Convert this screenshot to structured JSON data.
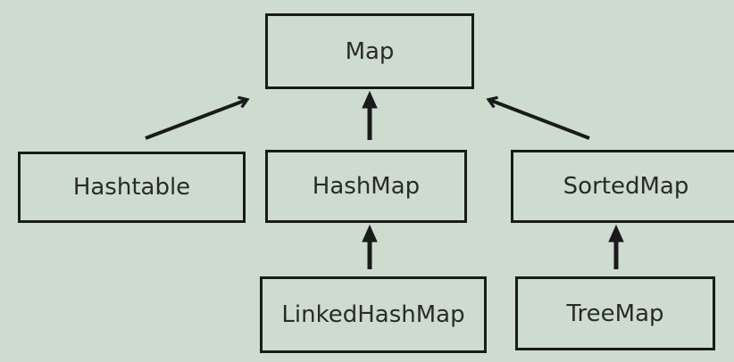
{
  "diagram": {
    "nodes": {
      "map": "Map",
      "hashtable": "Hashtable",
      "hashmap": "HashMap",
      "sortedmap": "SortedMap",
      "linkedhashmap": "LinkedHashMap",
      "treemap": "TreeMap"
    },
    "edges": [
      {
        "from": "Hashtable",
        "to": "Map"
      },
      {
        "from": "HashMap",
        "to": "Map"
      },
      {
        "from": "SortedMap",
        "to": "Map"
      },
      {
        "from": "LinkedHashMap",
        "to": "HashMap"
      },
      {
        "from": "TreeMap",
        "to": "SortedMap"
      }
    ],
    "colors": {
      "background": "#cddccf",
      "stroke": "#1a1a1a",
      "text": "#2a2a2a"
    }
  }
}
